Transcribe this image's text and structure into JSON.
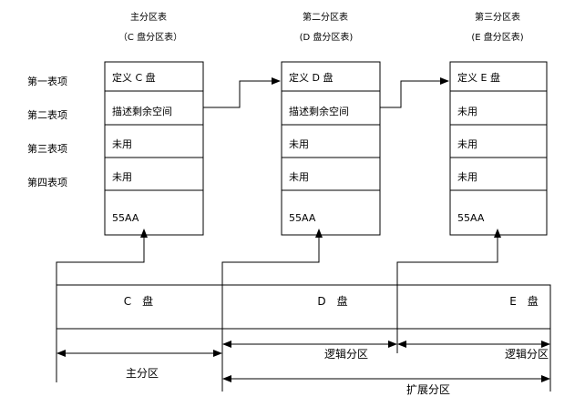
{
  "row_labels": [
    "第一表项",
    "第二表项",
    "第三表项",
    "第四表项"
  ],
  "tables": [
    {
      "title": "主分区表",
      "subtitle": "（C 盘分区表）",
      "cells": [
        "定义 C 盘",
        "描述剩余空间",
        "未用",
        "未用",
        "55AA"
      ]
    },
    {
      "title": "第二分区表",
      "subtitle": "(D 盘分区表)",
      "cells": [
        "定义 D 盘",
        "描述剩余空间",
        "未用",
        "未用",
        "55AA"
      ]
    },
    {
      "title": "第三分区表",
      "subtitle": "(E 盘分区表)",
      "cells": [
        "定义 E 盘",
        "未用",
        "未用",
        "未用",
        "55AA"
      ]
    }
  ],
  "disks": [
    "C　盘",
    "D　盘",
    "E　盘"
  ],
  "spans": {
    "primary": "主分区",
    "logical_1": "逻辑分区",
    "logical_2": "逻辑分区",
    "extended": "扩展分区"
  }
}
